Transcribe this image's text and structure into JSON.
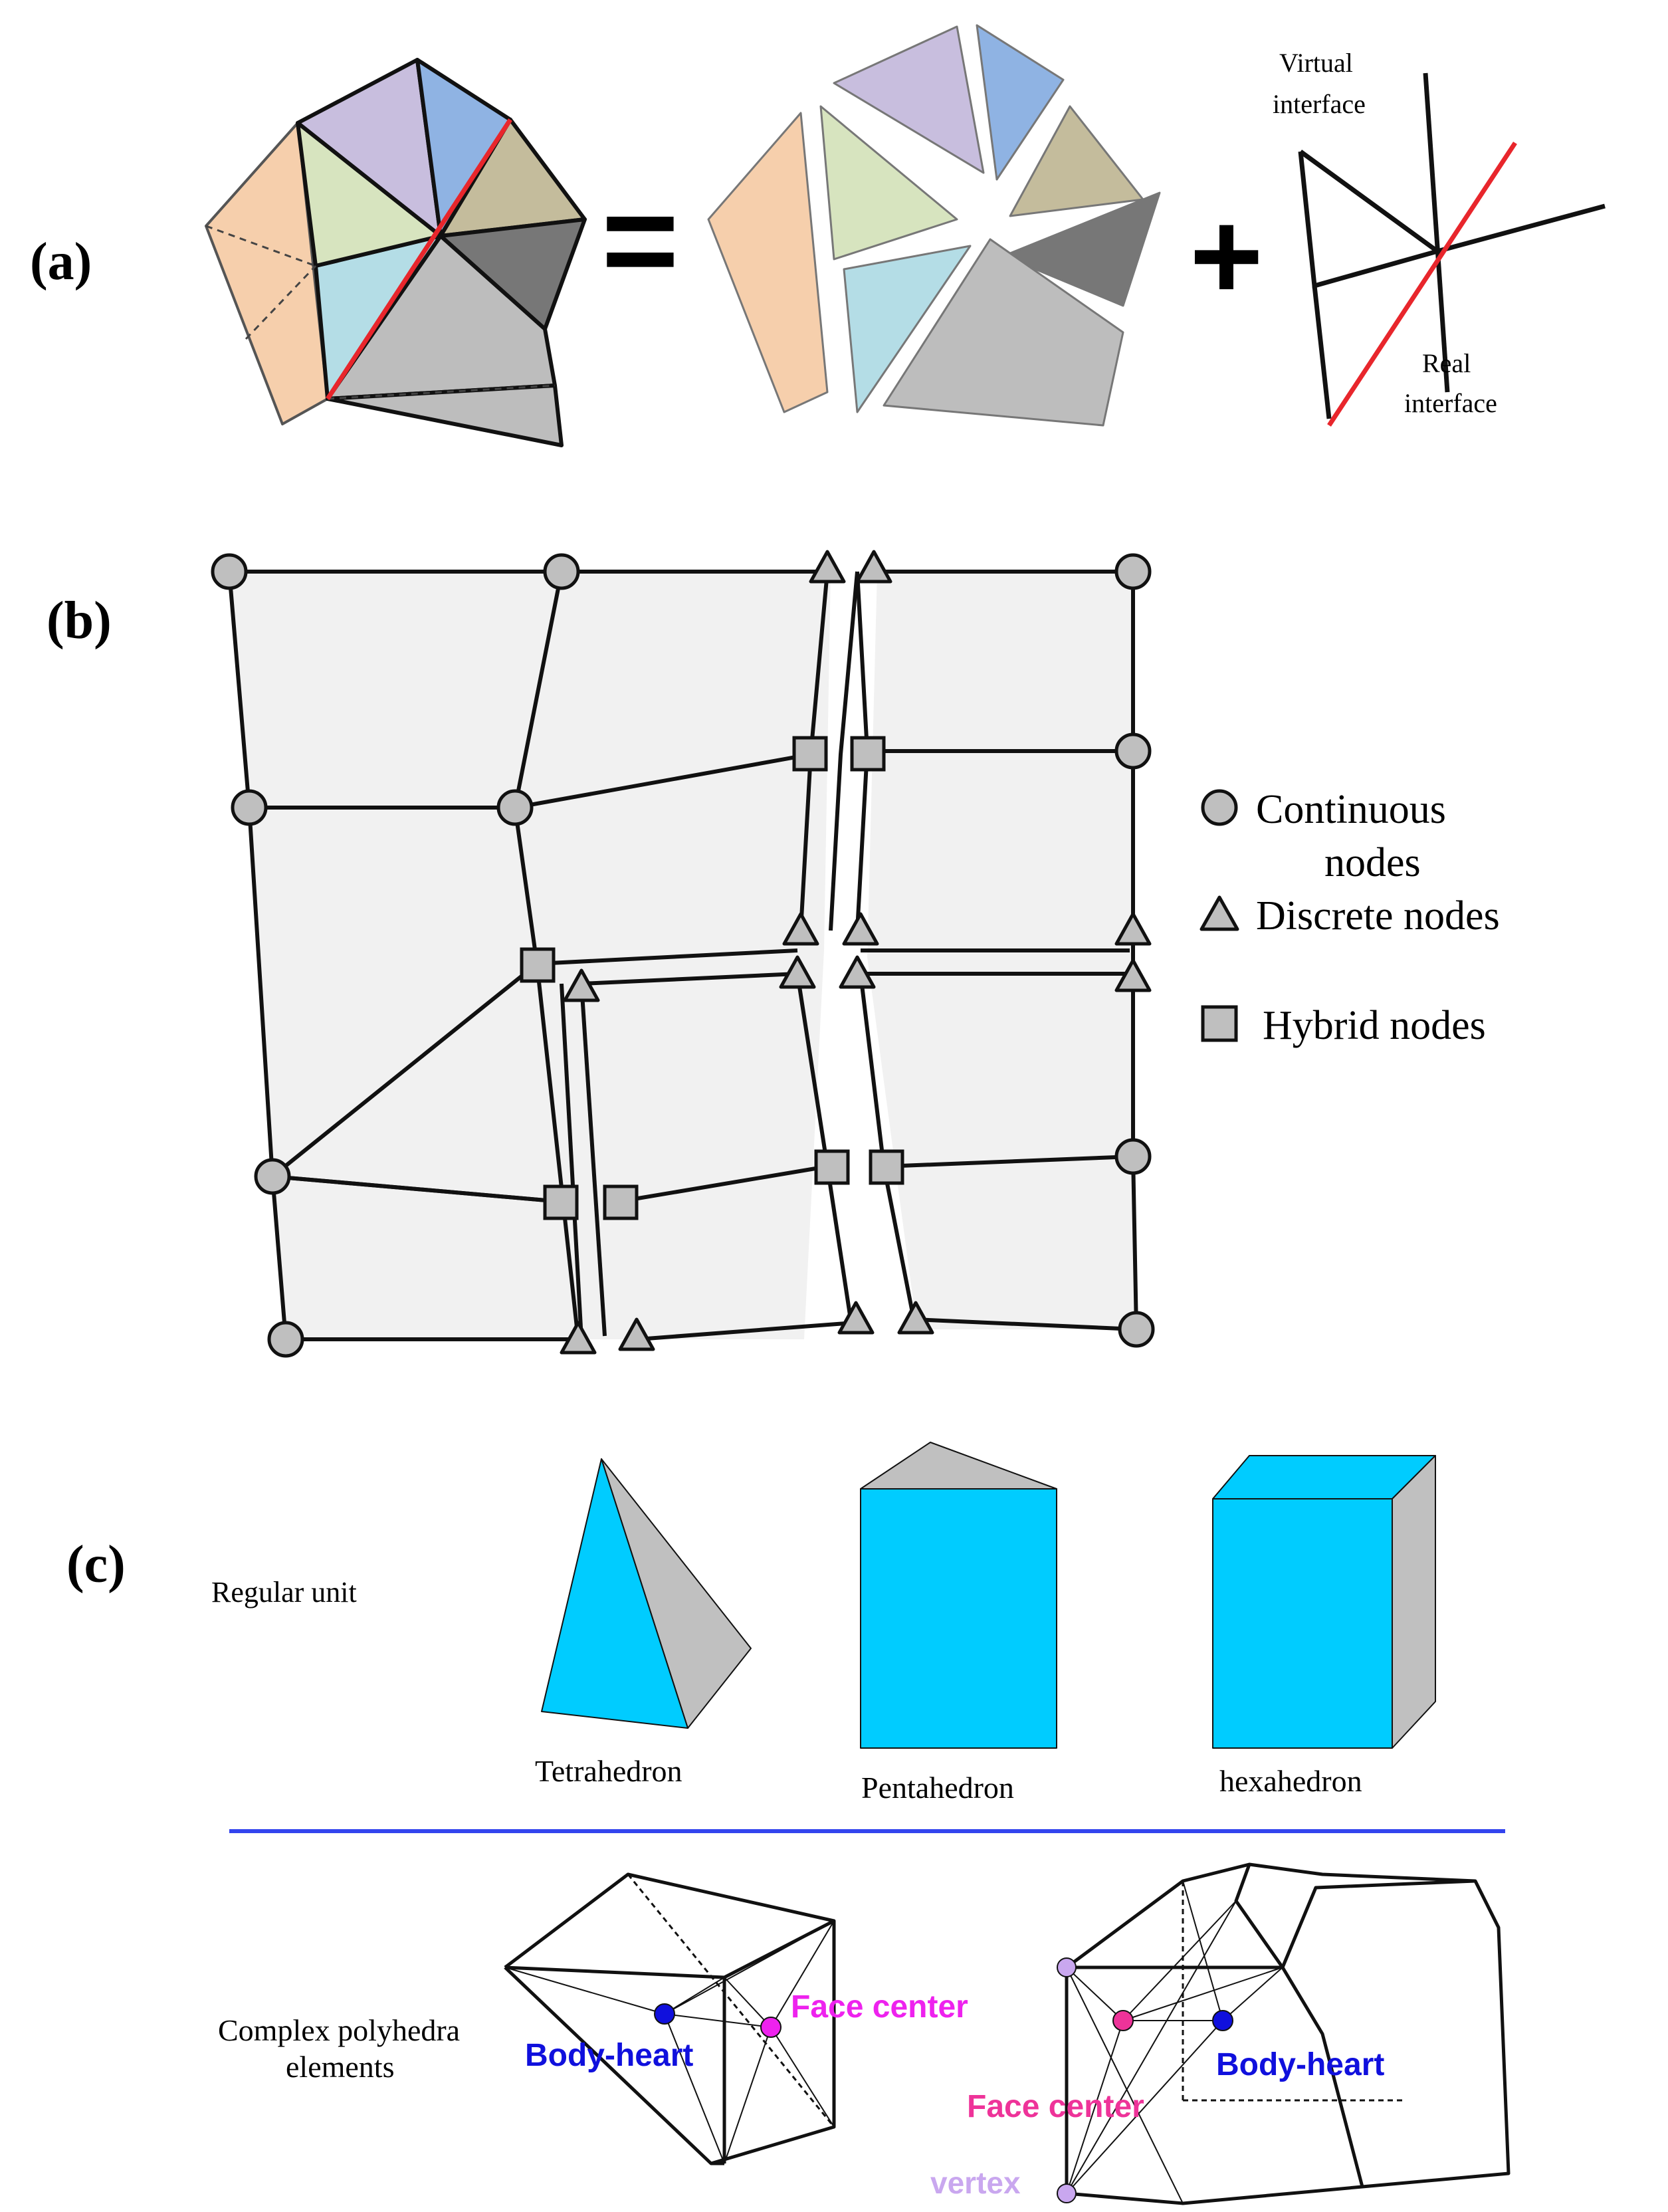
{
  "panel_a": {
    "label": "(a)",
    "equals": "=",
    "plus": "+",
    "virtual_interface": [
      "Virtual",
      "interface"
    ],
    "real_interface": [
      "Real",
      "interface"
    ],
    "colors": {
      "orange": "#f6cfac",
      "lavender": "#c8bede",
      "blue": "#8fb3e3",
      "olive": "#c4bc9c",
      "green": "#d7e4bf",
      "light_blue": "#b4dde6",
      "dark_gray": "#777777",
      "gray": "#bdbdbd",
      "real_interface_line": "#e8262c"
    }
  },
  "panel_b": {
    "label": "(b)",
    "legend": {
      "continuous": [
        "Continuous",
        "nodes"
      ],
      "discrete": "Discrete nodes",
      "hybrid": "Hybrid nodes"
    },
    "colors": {
      "fill": "#f1f1f1",
      "node": "#bfbfbf",
      "stroke": "#111111"
    }
  },
  "panel_c": {
    "label": "(c)",
    "regular_unit": "Regular unit",
    "shapes": [
      "Tetrahedron",
      "Pentahedron",
      "hexahedron"
    ],
    "complex_label": [
      "Complex polyhedra",
      "elements"
    ],
    "left_face_center": "Face center",
    "left_body_heart": "Body-heart",
    "right_face_center": "Face center",
    "right_body_heart": "Body-heart",
    "vertex": "vertex",
    "colors": {
      "cyan": "#00ccff",
      "gray": "#c0c0c0",
      "separator": "#3344ee",
      "body_heart": "#1010dd",
      "face_center_left": "#ee22ee",
      "face_center_right": "#ee3399",
      "vertex": "#c9a7ef"
    }
  }
}
